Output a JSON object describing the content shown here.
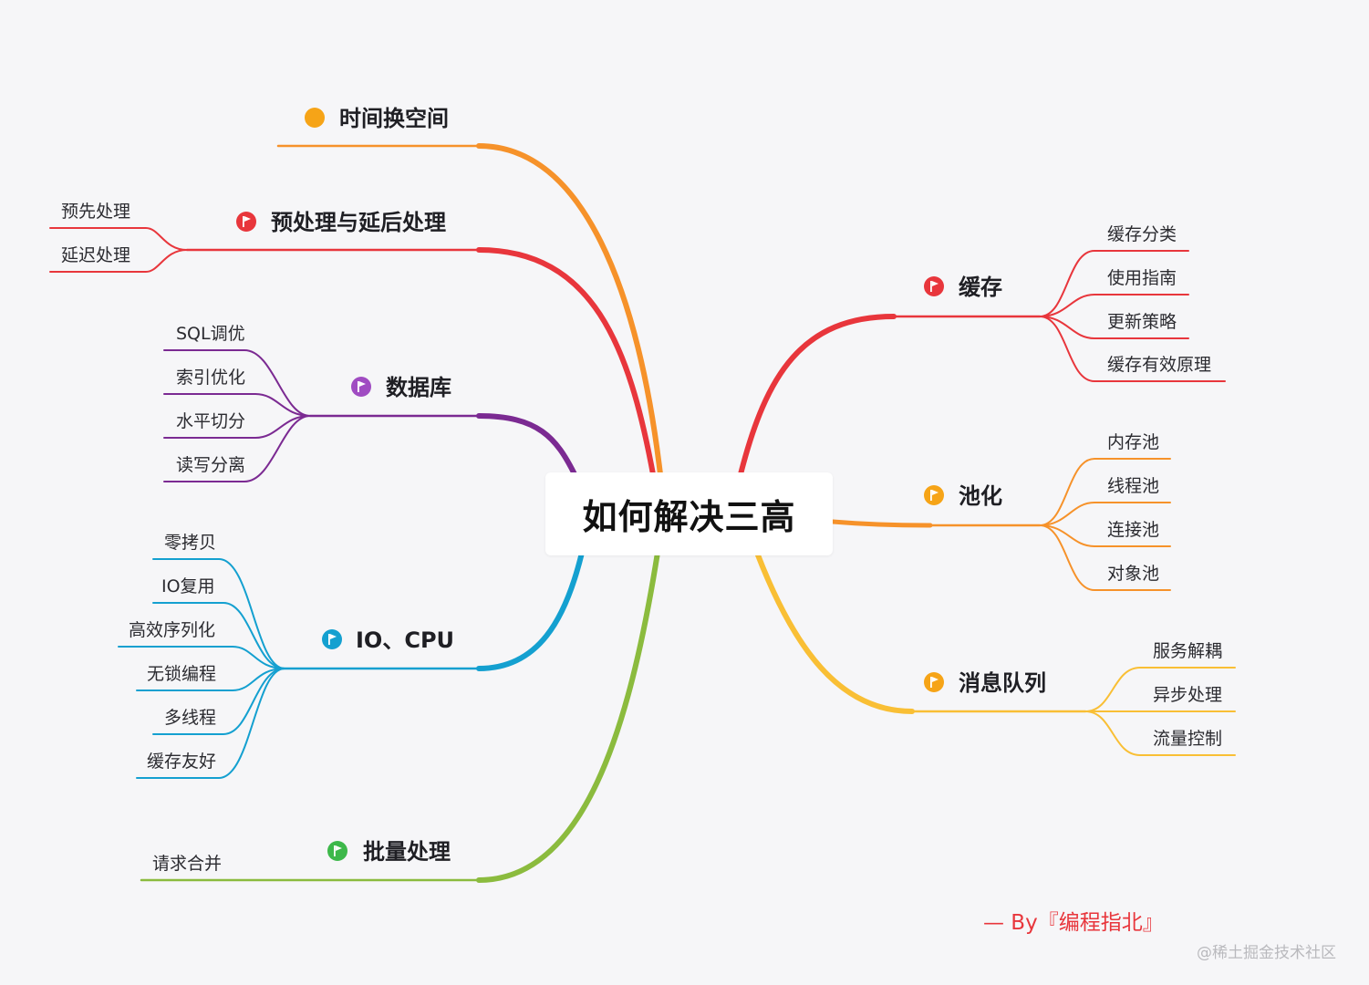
{
  "center": {
    "title": "如何解决三高"
  },
  "branches": {
    "time_space": {
      "label": "时间换空间",
      "color": "#f6922a",
      "icon": "circle-dot-icon"
    },
    "preprocess": {
      "label": "预处理与延后处理",
      "color": "#e8363c",
      "icon": "flag-icon",
      "children": [
        "预先处理",
        "延迟处理"
      ]
    },
    "database": {
      "label": "数据库",
      "color": "#7b2a92",
      "icon": "flag-icon",
      "children": [
        "SQL调优",
        "索引优化",
        "水平切分",
        "读写分离"
      ]
    },
    "io_cpu": {
      "label": "IO、CPU",
      "color": "#14a0d0",
      "icon": "flag-icon",
      "children": [
        "零拷贝",
        "IO复用",
        "高效序列化",
        "无锁编程",
        "多线程",
        "缓存友好"
      ]
    },
    "batch": {
      "label": "批量处理",
      "color": "#8bbb3e",
      "icon": "flag-icon",
      "children": [
        "请求合并"
      ]
    },
    "cache": {
      "label": "缓存",
      "color": "#e8363c",
      "icon": "flag-icon",
      "children": [
        "缓存分类",
        "使用指南",
        "更新策略",
        "缓存有效原理"
      ]
    },
    "pooling": {
      "label": "池化",
      "color": "#f6922a",
      "icon": "flag-icon",
      "children": [
        "内存池",
        "线程池",
        "连接池",
        "对象池"
      ]
    },
    "mq": {
      "label": "消息队列",
      "color": "#f9bf35",
      "icon": "flag-icon",
      "children": [
        "服务解耦",
        "异步处理",
        "流量控制"
      ]
    }
  },
  "byline": "— By『编程指北』",
  "watermark": "@稀土掘金技术社区"
}
